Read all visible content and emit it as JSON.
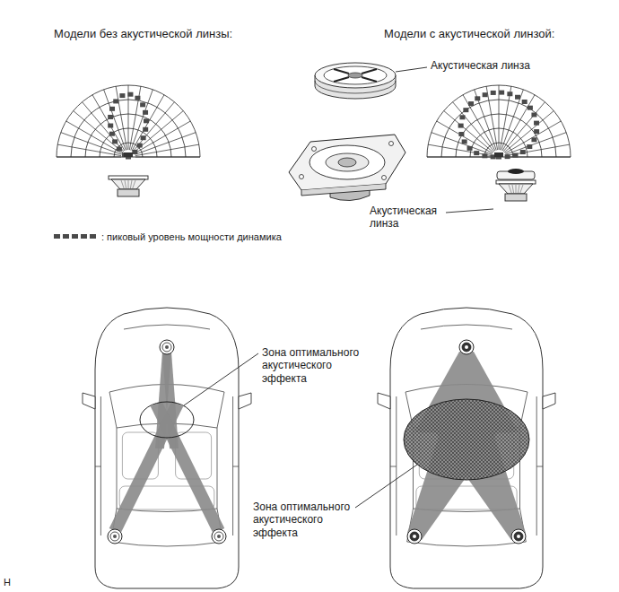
{
  "diagram": {
    "labels": [
      "Модели без акустической линзы:",
      "Модели с акустической линзой:",
      "Акустическая линза",
      "Акустическая линза",
      "Зона оптимального акустического эффекта",
      "Зона оптимального акустического эффекта",
      "H"
    ],
    "legend": [
      {
        "text": ": пиковый уровень мощности динамика"
      }
    ]
  }
}
